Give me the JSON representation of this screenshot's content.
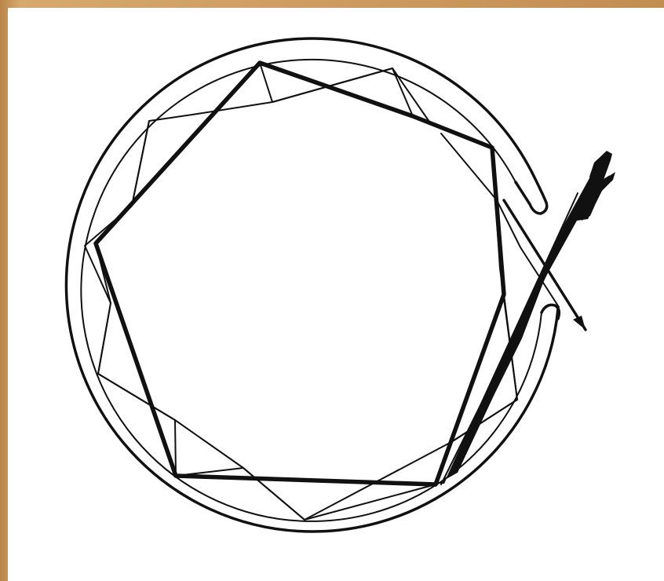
{
  "figure": {
    "description_visible_text": "",
    "colors": {
      "background_outer": "#c8965a",
      "paper": "#ffffff",
      "ink": "#111111"
    },
    "elements": [
      "fiber-cladding-ring",
      "inner-polygon-ray-path",
      "outer-polygon-ray-path",
      "laser-input-arrow",
      "output-arrow"
    ]
  }
}
